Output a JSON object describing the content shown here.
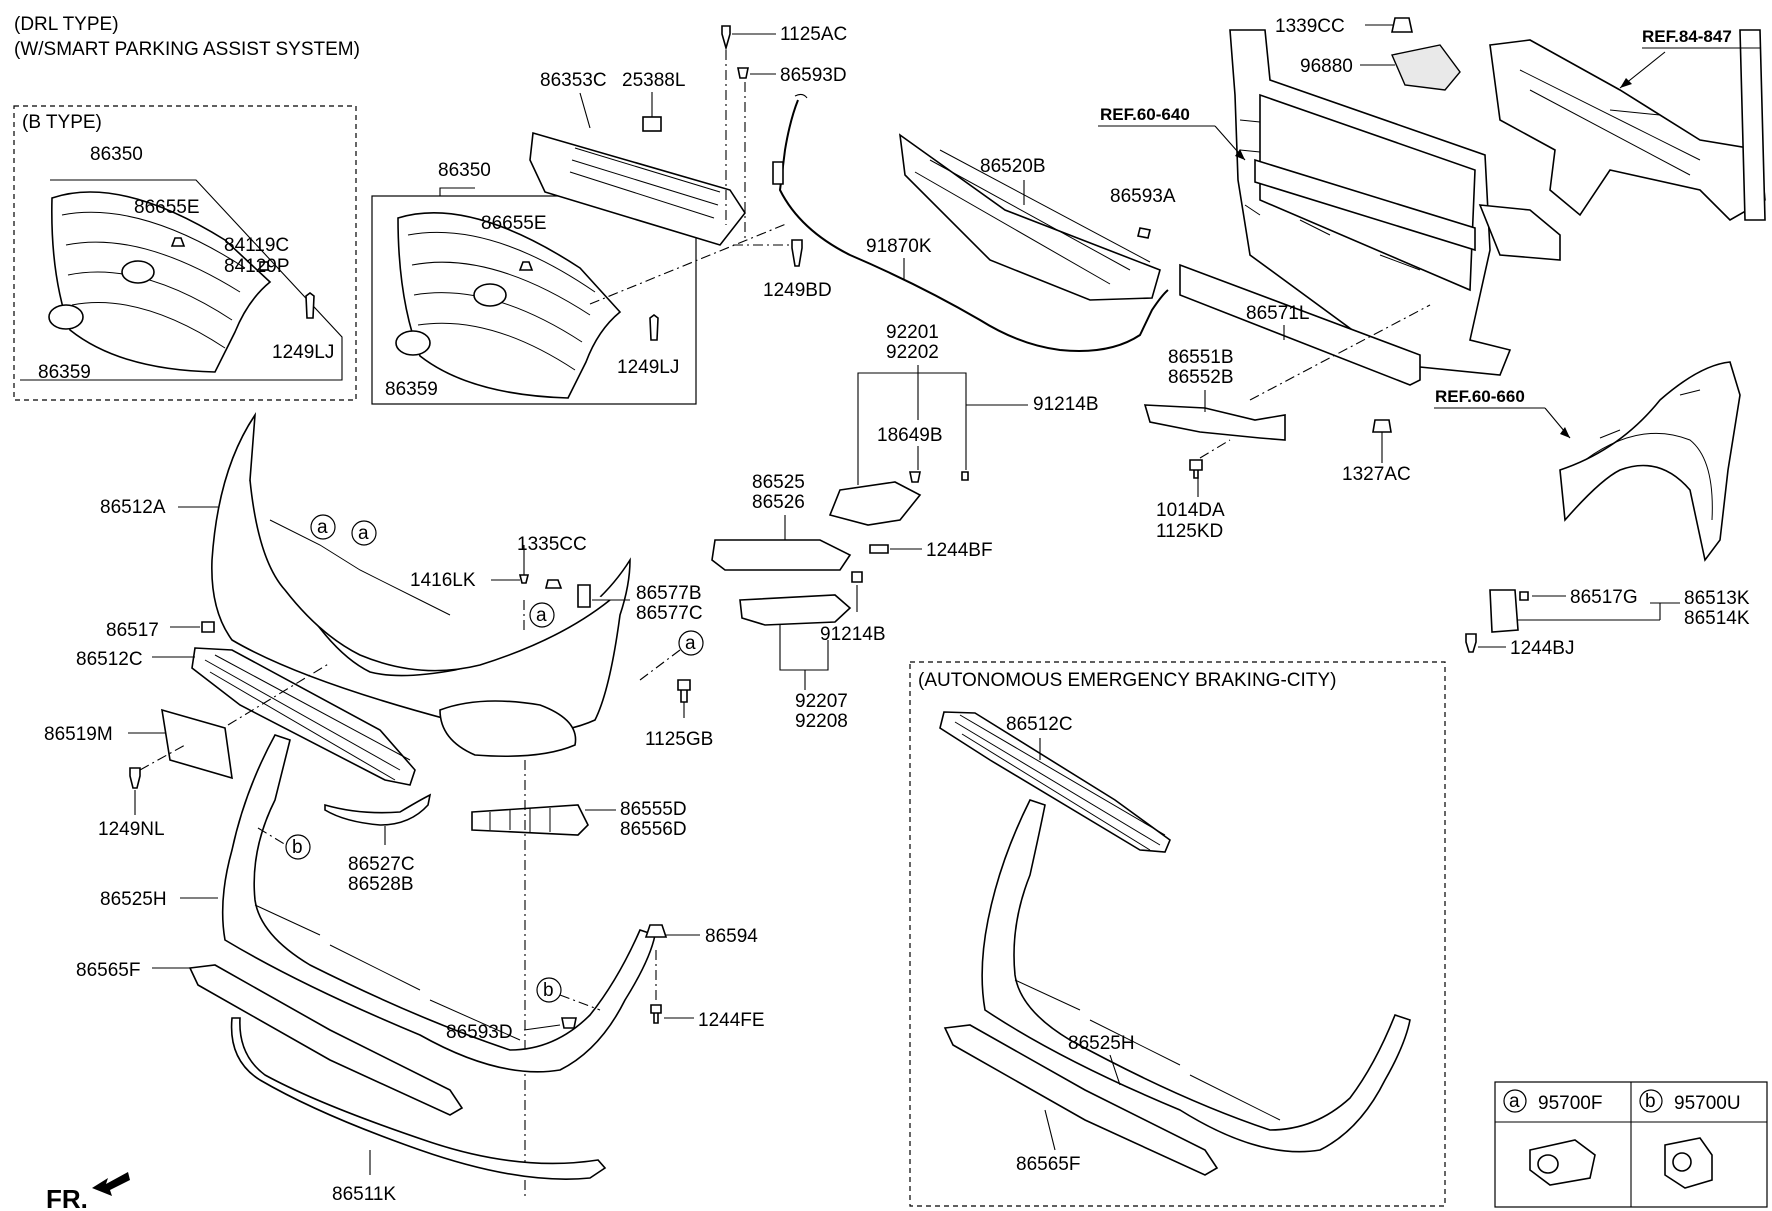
{
  "header": {
    "line1": "(DRL TYPE)",
    "line2": "(W/SMART PARKING ASSIST SYSTEM)"
  },
  "boxes": {
    "b_type": "(B TYPE)",
    "aeb_city": "(AUTONOMOUS EMERGENCY BRAKING-CITY)"
  },
  "refs": {
    "r1": "REF.84-847",
    "r2": "REF.60-640",
    "r3": "REF.60-660"
  },
  "labels": {
    "l_86350_b": "86350",
    "l_86655E_b": "86655E",
    "l_84119C": "84119C",
    "l_84129P": "84129P",
    "l_1249LJ_b": "1249LJ",
    "l_86359_b": "86359",
    "l_86350": "86350",
    "l_86655E": "86655E",
    "l_1249LJ": "1249LJ",
    "l_86359": "86359",
    "l_86353C": "86353C",
    "l_25388L": "25388L",
    "l_1125AC": "1125AC",
    "l_86593D_top": "86593D",
    "l_1249BD": "1249BD",
    "l_91870K": "91870K",
    "l_86520B": "86520B",
    "l_86593A": "86593A",
    "l_1339CC": "1339CC",
    "l_96880": "96880",
    "l_86571L": "86571L",
    "l_86551B": "86551B",
    "l_86552B": "86552B",
    "l_1014DA": "1014DA",
    "l_1125KD": "1125KD",
    "l_1327AC": "1327AC",
    "l_92201": "92201",
    "l_92202": "92202",
    "l_91214B_top": "91214B",
    "l_18649B": "18649B",
    "l_86525": "86525",
    "l_86526": "86526",
    "l_1244BF": "1244BF",
    "l_91214B": "91214B",
    "l_92207": "92207",
    "l_92208": "92208",
    "l_86512A": "86512A",
    "l_1335CC": "1335CC",
    "l_1416LK": "1416LK",
    "l_86577B": "86577B",
    "l_86577C": "86577C",
    "l_86517": "86517",
    "l_86512C": "86512C",
    "l_86519M": "86519M",
    "l_1125GB": "1125GB",
    "l_1249NL": "1249NL",
    "l_86555D": "86555D",
    "l_86556D": "86556D",
    "l_86527C": "86527C",
    "l_86528B": "86528B",
    "l_86525H": "86525H",
    "l_86594": "86594",
    "l_86565F": "86565F",
    "l_1244FE": "1244FE",
    "l_86593D": "86593D",
    "l_86511K": "86511K",
    "l_86517G": "86517G",
    "l_86513K": "86513K",
    "l_86514K": "86514K",
    "l_1244BJ": "1244BJ",
    "l_aeb_86512C": "86512C",
    "l_aeb_86525H": "86525H",
    "l_aeb_86565F": "86565F"
  },
  "callouts": {
    "a": "a",
    "b": "b"
  },
  "legend": {
    "a_code": "95700F",
    "b_code": "95700U"
  },
  "front_mark": "FR."
}
